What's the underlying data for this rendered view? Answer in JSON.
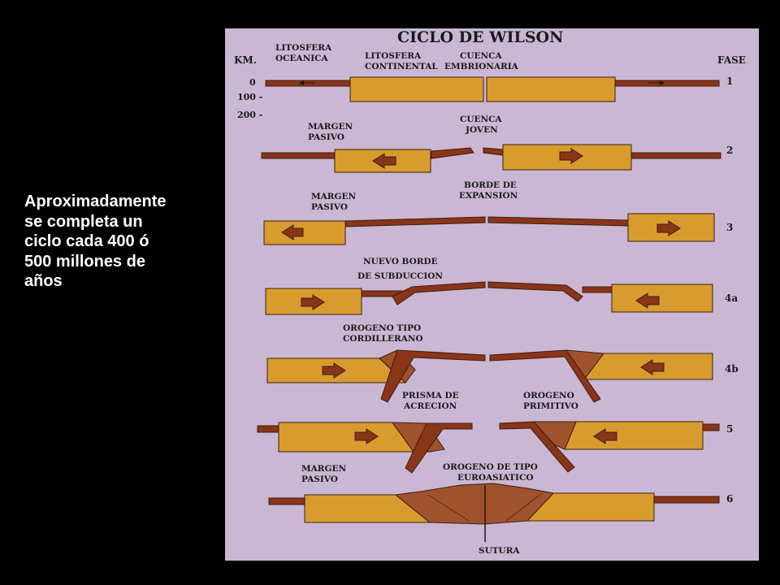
{
  "caption": {
    "lines": [
      "Aproximadamente",
      "se completa un",
      "ciclo cada 400 ó",
      "500 millones  de",
      "años"
    ]
  },
  "diagram": {
    "title": "CICLO DE WILSON",
    "km_header": "KM.",
    "fase_header": "FASE",
    "depth_ticks": [
      "0",
      "100 -",
      "200 -"
    ],
    "phases": [
      "1",
      "2",
      "3",
      "4a",
      "4b",
      "5",
      "6"
    ],
    "labels": {
      "litosfera_oceanica_1": "LITOSFERA",
      "litosfera_oceanica_2": "OCEANICA",
      "litosfera_continental_1": "LITOSFERA",
      "litosfera_continental_2": "CONTINENTAL",
      "cuenca_embrionaria_1": "CUENCA",
      "cuenca_embrionaria_2": "EMBRIONARIA",
      "margen_pasivo_2a": "MARGEN",
      "margen_pasivo_2b": "PASIVO",
      "cuenca_joven_1": "CUENCA",
      "cuenca_joven_2": "JOVEN",
      "margen_pasivo_3a": "MARGEN",
      "margen_pasivo_3b": "PASIVO",
      "borde_expansion_1": "BORDE DE",
      "borde_expansion_2": "EXPANSION",
      "nuevo_borde_1": "NUEVO BORDE",
      "nuevo_borde_2": "DE SUBDUCCION",
      "orogeno_cordillerano_1": "OROGENO TIPO",
      "orogeno_cordillerano_2": "CORDILLERANO",
      "prisma_acrecion_1": "PRISMA DE",
      "prisma_acrecion_2": "ACRECION",
      "orogeno_primitivo_1": "OROGENO",
      "orogeno_primitivo_2": "PRIMITIVO",
      "margen_pasivo_6a": "MARGEN",
      "margen_pasivo_6b": "PASIVO",
      "orogeno_euroasiatico_1": "OROGENO DE TIPO",
      "orogeno_euroasiatico_2": "EUROASIATICO",
      "sutura": "SUTURA"
    },
    "colors": {
      "panel": "#cab7d4",
      "continental": "#d89b2e",
      "oceanic": "#8a3418",
      "orogen": "#a0522d",
      "outline": "#3a1f10",
      "text": "#1a1a1a"
    }
  }
}
